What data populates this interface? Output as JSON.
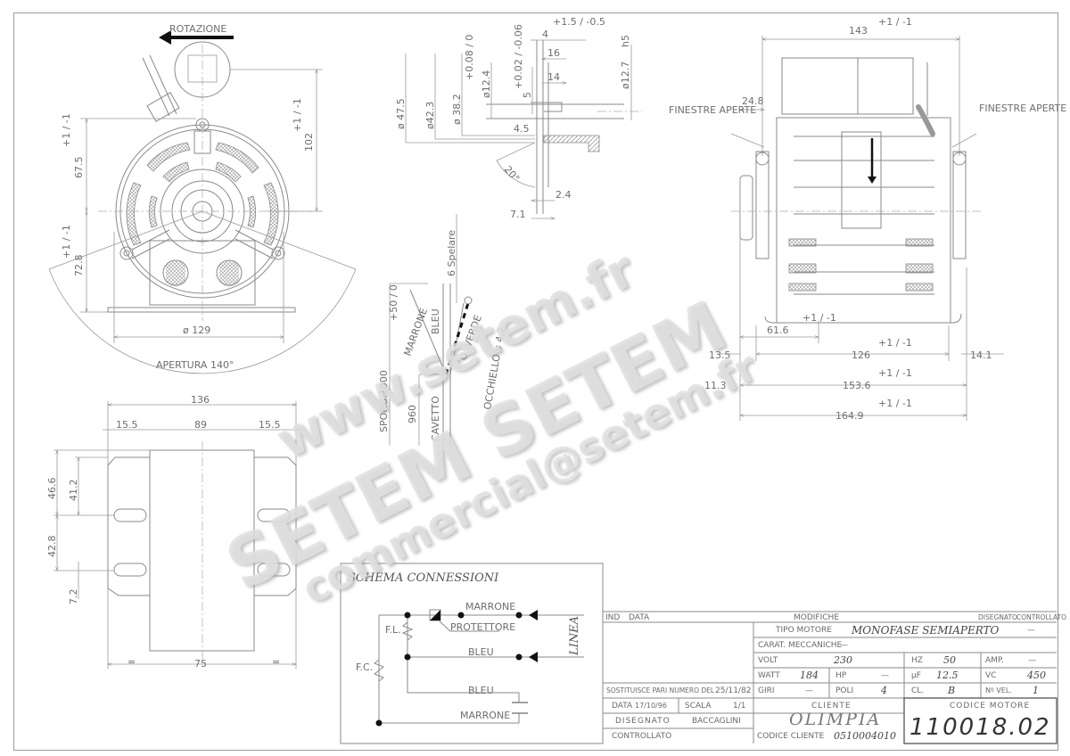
{
  "drawing": {
    "front_view": {
      "rotation_label": "ROTAZIONE",
      "dim_height_upper": "67.5",
      "dim_height_upper_tol": "+1 / -1",
      "dim_height_lower": "72.8",
      "dim_height_lower_tol": "+1 / -1",
      "dim_top": "102",
      "dim_top_tol": "+1 / -1",
      "dim_diameter": "ø 129",
      "opening_label": "APERTURA 140°"
    },
    "shaft_detail": {
      "dim_47_5": "ø 47.5",
      "dim_42_3": "ø42.3",
      "dim_38_2": "ø 38.2",
      "dim_38_2_tol": "+0.08 / 0",
      "dim_12_4": "ø12.4",
      "dim_5": "5",
      "dim_5_tol": "+0.02 / -0.06",
      "dim_4": "4",
      "dim_4_tol": "+1.5 / -0.5",
      "dim_16": "16",
      "dim_14": "14",
      "dim_12_7": "ø12.7",
      "dim_12_7_tol": "h5",
      "dim_4_5": "4.5",
      "angle": "20°",
      "dim_2_4": "2.4",
      "dim_7_1": "7.1"
    },
    "cable_detail": {
      "strip_label": "6 Spelare",
      "wire_brown": "MARRONE",
      "wire_blue": "BLEU",
      "wire_green": "G. VERDE",
      "eyelet": "OCCHIELLO ø 4.2",
      "cable_length": "SPORG.1000",
      "cable_length_tol": "+50 / 0",
      "cable_label": "CAVETTO",
      "cable_960": "960"
    },
    "side_view": {
      "dim_143": "143",
      "dim_143_tol": "+1 / -1",
      "window_left": "FINESTRE APERTE",
      "window_right": "FINESTRE APERTE",
      "dim_24_8": "24.8",
      "dim_61_6": "61.6",
      "dim_61_6_tol": "+1 / -1",
      "dim_13_5": "13.5",
      "dim_126": "126",
      "dim_126_tol": "+1 / -1",
      "dim_14_1": "14.1",
      "dim_11_3": "11.3",
      "dim_153_6": "153.6",
      "dim_153_6_tol": "+1 / -1",
      "dim_164_9": "164.9",
      "dim_164_9_tol": "+1 / -1"
    },
    "base_view": {
      "dim_136": "136",
      "dim_15_5_left": "15.5",
      "dim_89": "89",
      "dim_15_5_right": "15.5",
      "dim_46_6": "46.6",
      "dim_41_2": "41.2",
      "dim_42_8": "42.8",
      "dim_7_2": "7.2",
      "dim_75": "75",
      "eq_left": "=",
      "eq_right": "="
    }
  },
  "schematic": {
    "title": "SCHEMA CONNESSIONI",
    "labels": {
      "marrone_top": "MARRONE",
      "protettore": "PROTETTORE",
      "bleu_mid": "BLEU",
      "bleu_low": "BLEU",
      "marrone_bottom": "MARRONE",
      "fl": "F.L.",
      "fc": "F.C.",
      "linea": "LINEA"
    }
  },
  "title_block": {
    "header": {
      "ind": "IND",
      "data": "DATA",
      "modifiche": "MODIFICHE",
      "disegnato": "DISEGNATO",
      "controllato": "CONTROLLATO"
    },
    "tipo_motore_label": "TIPO MOTORE",
    "tipo_motore_value": "MONOFASE SEMIAPERTO",
    "tipo_motore_extra": "—",
    "carat_label": "CARAT. MECCANICHE",
    "carat_value": "—",
    "volt_label": "VOLT",
    "volt_value": "230",
    "hz_label": "HZ",
    "hz_value": "50",
    "amp_label": "AMP.",
    "amp_value": "—",
    "watt_label": "WATT",
    "watt_value": "184",
    "hp_label": "HP",
    "hp_value": "—",
    "uf_label": "µF",
    "uf_value": "12.5",
    "vc_label": "VC",
    "vc_value": "450",
    "giri_label": "GIRI",
    "giri_value": "—",
    "poli_label": "POLI",
    "poli_value": "4",
    "cl_label": "CL.",
    "cl_value": "B",
    "nvel_label": "Nº VEL.",
    "nvel_value": "1",
    "sostituisce_label": "SOSTITUISCE PARI NUMERO DEL",
    "sostituisce_value": "25/11/82",
    "data_label": "DATA",
    "data_value": "17/10/96",
    "scala_label": "SCALA",
    "scala_value": "1/1",
    "disegnato_label": "DISEGNATO",
    "disegnato_value": "BACCAGLINI",
    "controllato_label": "CONTROLLATO",
    "cliente_label": "CLIENTE",
    "cliente_value": "OLIMPIA",
    "codice_cliente_label": "CODICE CLIENTE",
    "codice_cliente_value": "0510004010",
    "codice_motore_label": "CODICE MOTORE",
    "codice_motore_value": "110018.02"
  },
  "watermark": {
    "line1": "www.setem.fr",
    "line2": "SETEM SETEM",
    "line3": "commercial@setem.fr"
  }
}
